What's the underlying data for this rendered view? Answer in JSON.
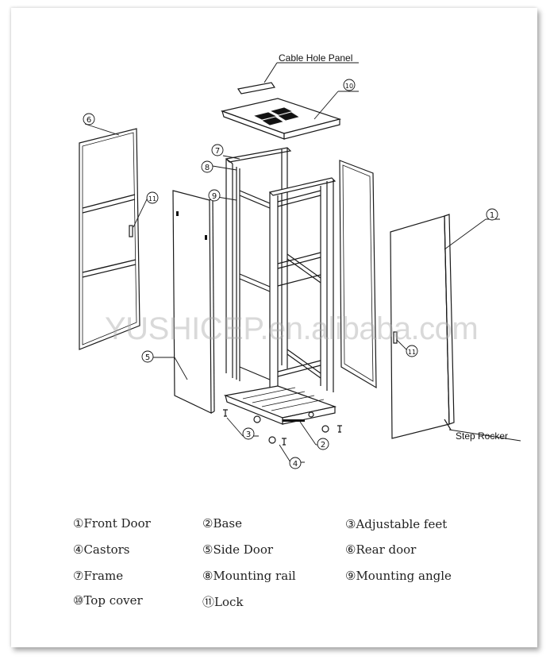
{
  "callouts": {
    "cable_hole_panel": "Cable Hole Panel",
    "step_rocker": "Step Rocker"
  },
  "numbers": [
    "①",
    "②",
    "③",
    "④",
    "⑤",
    "⑥",
    "⑦",
    "⑧",
    "⑨",
    "⑩",
    "⑪"
  ],
  "watermark": "YUSHICEP.en.alibaba.com",
  "legend": [
    {
      "num": "①",
      "label": "Front Door"
    },
    {
      "num": "②",
      "label": "Base"
    },
    {
      "num": "③",
      "label": "Adjustable feet"
    },
    {
      "num": "④",
      "label": "Castors"
    },
    {
      "num": "⑤",
      "label": "Side Door"
    },
    {
      "num": "⑥",
      "label": "Rear door"
    },
    {
      "num": "⑦",
      "label": "Frame"
    },
    {
      "num": "⑧",
      "label": "Mounting rail"
    },
    {
      "num": "⑨",
      "label": "Mounting angle"
    },
    {
      "num": "⑩",
      "label": "Top cover"
    },
    {
      "num": "⑪",
      "label": "Lock"
    }
  ]
}
